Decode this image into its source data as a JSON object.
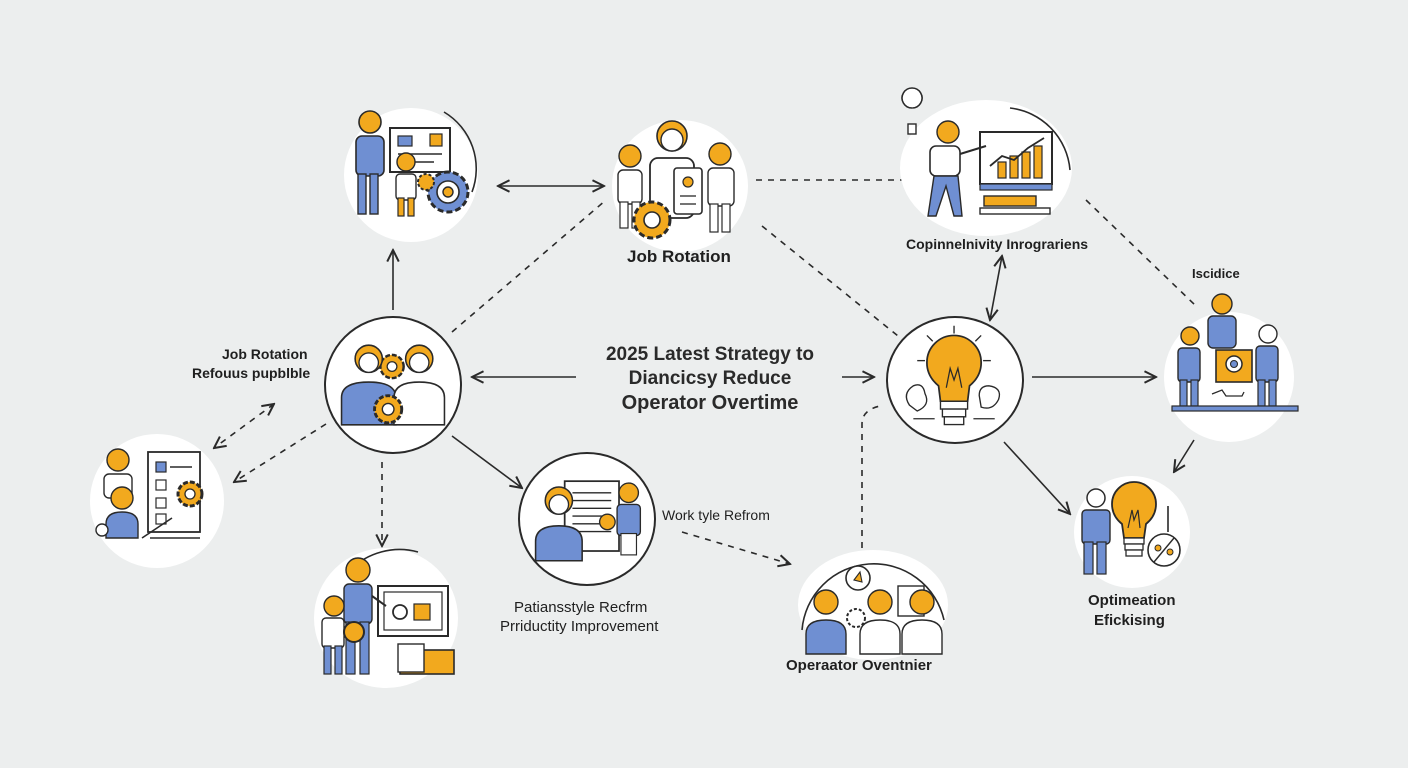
{
  "title": {
    "line1": "2025 Latest Strategy to",
    "line2": "Diancicsy Reduce",
    "line3": "Operator Overtime"
  },
  "labels": {
    "job_rotation_top": "Job Rotation",
    "copinnelvity": "Copinnelnivity Inrograriens",
    "iscidice": "Iscidice",
    "job_rotation_left_1": "Job Rotation",
    "job_rotation_left_2": "Refouus pupblble",
    "work_tyle": "Work tyle Refrom",
    "patianstyle_1": "Patiansstyle Recfrm",
    "patianstyle_2": "Prriductity Improvement",
    "operaator": "Operaator Oventnier",
    "optimeation_1": "Optimeation",
    "optimeation_2": "Efickising"
  },
  "colors": {
    "accent": "#f2a91e",
    "blue": "#6f8fd2",
    "outline": "#2a2a2a",
    "background": "#eceeee"
  }
}
